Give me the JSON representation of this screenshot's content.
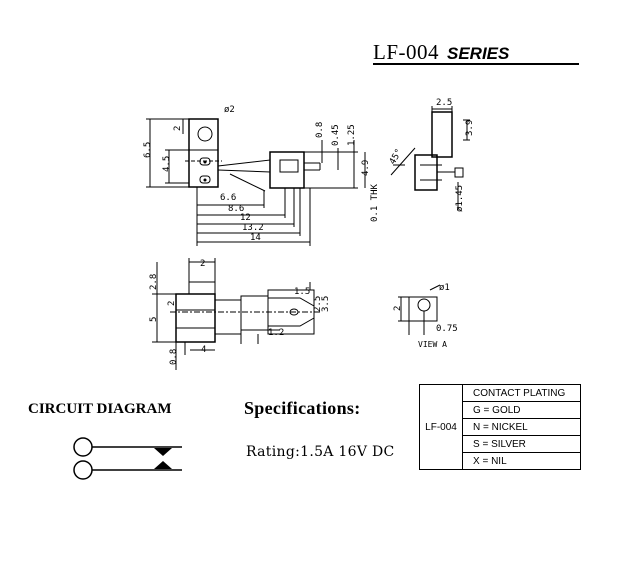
{
  "header": {
    "part_number": "LF-004",
    "series_label": "SERIES"
  },
  "drawing": {
    "top_view": {
      "hole_dia": "ø2",
      "height_total": "6.5",
      "hole_offset": "2",
      "pin_pitch": "4.5",
      "dim_a": "0.8",
      "dim_b": "0.45",
      "dim_c": "1.25",
      "dim_d": "4.9",
      "len_1": "6.6",
      "len_2": "8.6",
      "len_3": "12",
      "len_4": "13.2",
      "len_5": "14"
    },
    "side_view": {
      "width": "2.5",
      "height": "3.9",
      "angle": "45°",
      "tab_thickness": "0.1 THK",
      "pin_dia": "ø1.45"
    },
    "bottom_view": {
      "top_dim": "2",
      "left_dim": "2.8",
      "mid_dim": "2",
      "height": "5",
      "bottom_left": "0.8",
      "foot_dim": "4",
      "shaft_dim": "1.5",
      "shaft_dia_a": "2.5",
      "shaft_dia_b": "3.5",
      "offset_dim": "1.2"
    },
    "view_a": {
      "hole": "ø1",
      "height": "2",
      "offset": "0.75",
      "label": "VIEW A"
    }
  },
  "circuit": {
    "title": "CIRCUIT DIAGRAM"
  },
  "specifications": {
    "title": "Specifications:",
    "rating": "Rating:1.5A 16V DC"
  },
  "plating_table": {
    "code": "LF-004",
    "header": "CONTACT PLATING",
    "options": [
      "G = GOLD",
      "N = NICKEL",
      "S = SILVER",
      "X = NIL"
    ]
  }
}
